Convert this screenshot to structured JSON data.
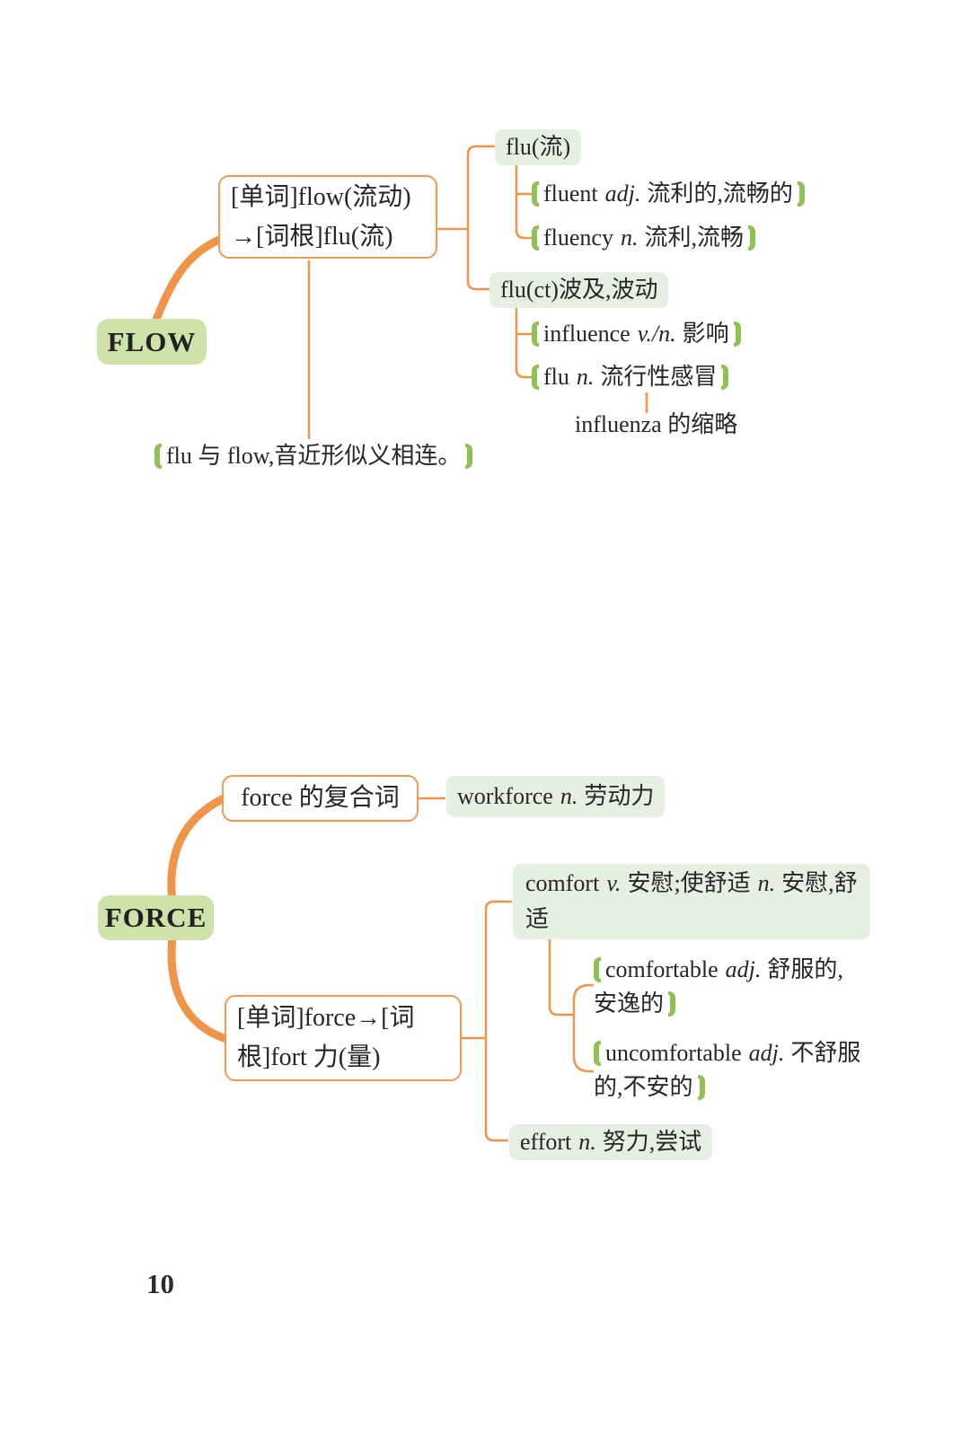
{
  "page_number": "10",
  "colors": {
    "connector_orange": "#f0944a",
    "box_border_orange": "#f09a52",
    "badge_green": "#cfe2a9",
    "node_green": "#e6f0e2",
    "bracket_green": "#8fc152",
    "text": "#262626"
  },
  "flow_section": {
    "root_label": "FLOW",
    "word_box": {
      "line1": "[单词]flow(流动)",
      "line2": "→[词根]flu(流)"
    },
    "note": "flu 与 flow,音近形似义相连。",
    "branch_flu": {
      "label": "flu(流)",
      "children": [
        {
          "word": "fluent",
          "pos": "adj.",
          "meaning": "流利的,流畅的"
        },
        {
          "word": "fluency",
          "pos": "n.",
          "meaning": "流利,流畅"
        }
      ]
    },
    "branch_fluct": {
      "label": "flu(ct)波及,波动",
      "children": [
        {
          "word": "influence",
          "pos": "v./n.",
          "meaning": "影响"
        },
        {
          "word": "flu",
          "pos": "n.",
          "meaning": "流行性感冒"
        }
      ],
      "flu_note": "influenza 的缩略"
    }
  },
  "force_section": {
    "root_label": "FORCE",
    "compound_box_label": "force 的复合词",
    "compound_child": {
      "word": "workforce",
      "pos": "n.",
      "meaning": "劳动力"
    },
    "word_box": {
      "line1": "[单词]force→[词",
      "line2": "根]fort 力(量)"
    },
    "comfort_node": {
      "word": "comfort",
      "pos1": "v.",
      "meaning1": "安慰;使舒适",
      "pos2": "n.",
      "meaning2": "安慰,舒适"
    },
    "comfort_children": [
      {
        "word": "comfortable",
        "pos": "adj.",
        "meaning": "舒服的,安逸的"
      },
      {
        "word": "uncomfortable",
        "pos": "adj.",
        "meaning": "不舒服的,不安的"
      }
    ],
    "effort_node": {
      "word": "effort",
      "pos": "n.",
      "meaning": "努力,尝试"
    }
  }
}
